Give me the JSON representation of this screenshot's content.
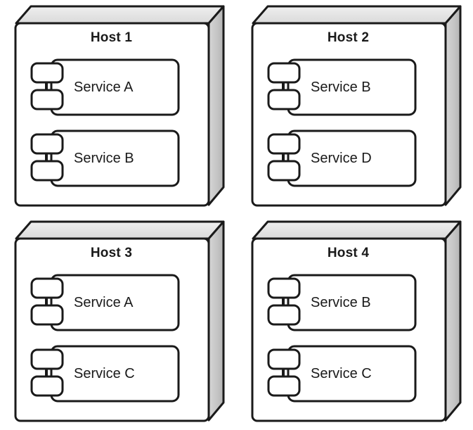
{
  "diagram": {
    "type": "uml-deployment-diagram",
    "title": "",
    "background_color": "#ffffff",
    "layout": {
      "columns": 2,
      "rows": 2
    },
    "style": {
      "node_front_fill": "#ffffff",
      "node_top_fill": "#e6e6e6",
      "node_side_fill": "#c6c6c6",
      "stroke_color": "#1a1a1a",
      "text_color": "#1a1a1a"
    },
    "nodes": [
      {
        "id": "host-1",
        "label": "Host 1",
        "components": [
          {
            "id": "host1-service-a",
            "label": "Service A",
            "icon": "uml-component-icon"
          },
          {
            "id": "host1-service-b",
            "label": "Service B",
            "icon": "uml-component-icon"
          }
        ]
      },
      {
        "id": "host-2",
        "label": "Host 2",
        "components": [
          {
            "id": "host2-service-b",
            "label": "Service B",
            "icon": "uml-component-icon"
          },
          {
            "id": "host2-service-d",
            "label": "Service D",
            "icon": "uml-component-icon"
          }
        ]
      },
      {
        "id": "host-3",
        "label": "Host 3",
        "components": [
          {
            "id": "host3-service-a",
            "label": "Service A",
            "icon": "uml-component-icon"
          },
          {
            "id": "host3-service-c",
            "label": "Service C",
            "icon": "uml-component-icon"
          }
        ]
      },
      {
        "id": "host-4",
        "label": "Host 4",
        "components": [
          {
            "id": "host4-service-b",
            "label": "Service B",
            "icon": "uml-component-icon"
          },
          {
            "id": "host4-service-c",
            "label": "Service C",
            "icon": "uml-component-icon"
          }
        ]
      }
    ]
  }
}
